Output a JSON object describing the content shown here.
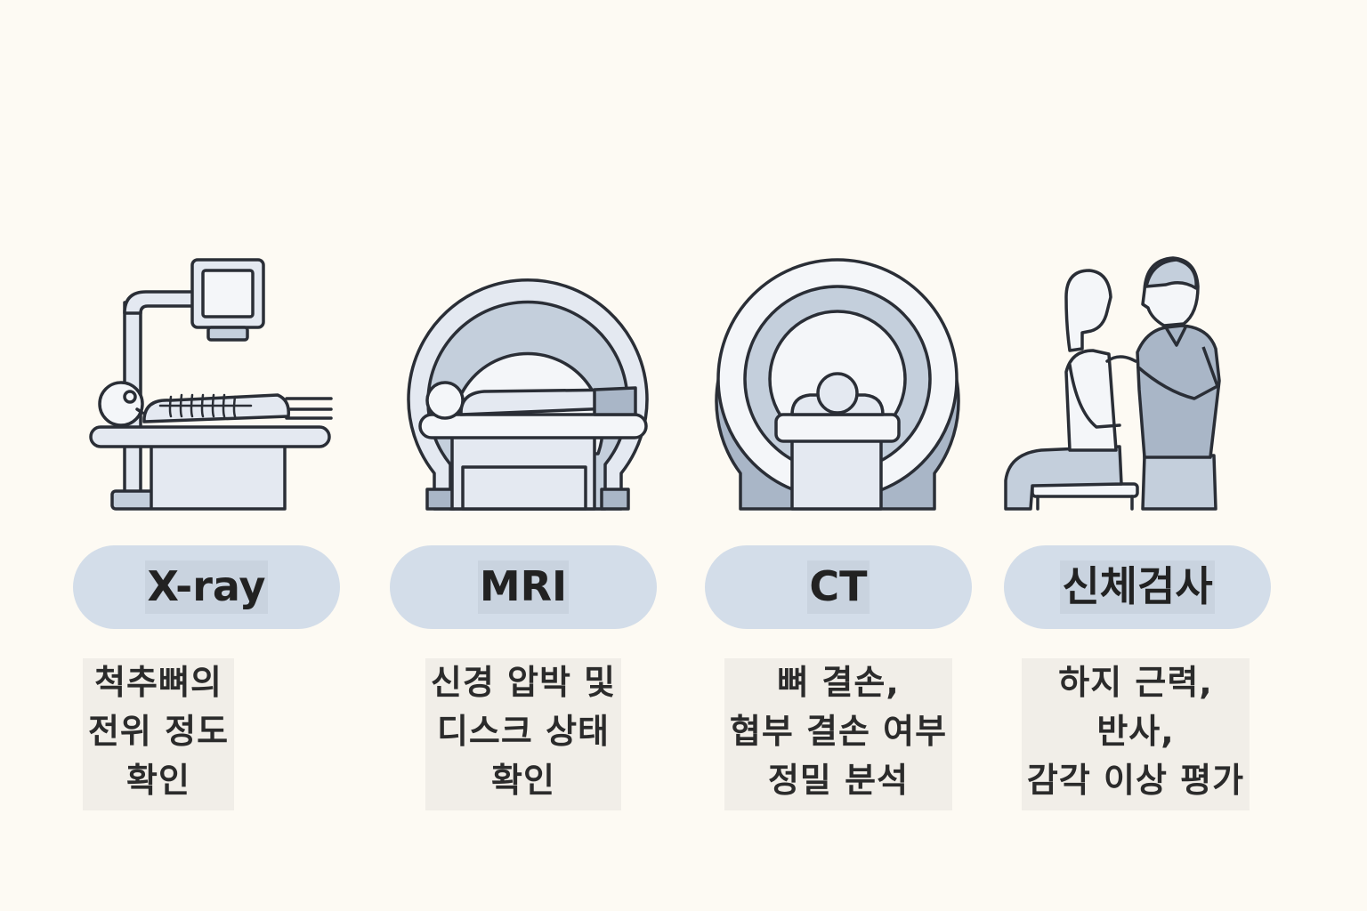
{
  "cards": [
    {
      "id": "xray",
      "title": "X-ray",
      "description": "척추뼈의\n전위 정도\n확인",
      "icon": "xray-machine-icon"
    },
    {
      "id": "mri",
      "title": "MRI",
      "description": "신경 압박 및\n디스크 상태\n확인",
      "icon": "mri-scanner-icon"
    },
    {
      "id": "ct",
      "title": "CT",
      "description": "뼈 결손,\n협부 결손 여부\n정밀 분석",
      "icon": "ct-scanner-icon"
    },
    {
      "id": "exam",
      "title": "신체검사",
      "description": "하지 근력,\n반사,\n감각 이상 평가",
      "icon": "physical-exam-icon"
    }
  ],
  "colors": {
    "background": "#fdfaf3",
    "pill": "#d3dde9",
    "accent": "#c4cfdc"
  }
}
